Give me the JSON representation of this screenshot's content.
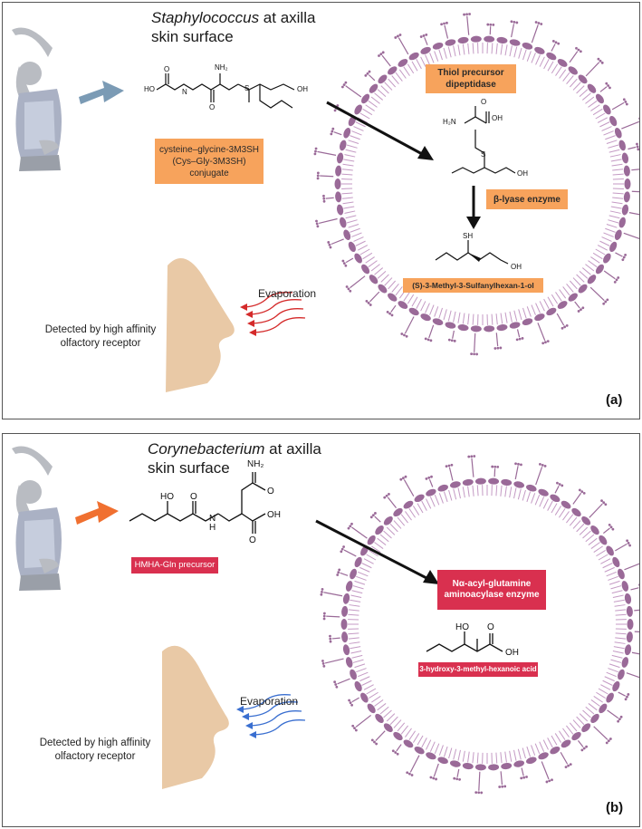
{
  "panel_a": {
    "title_genus": "Staphylococcus",
    "title_rest": " at axilla skin surface",
    "precursor_label_1": "cysteine–glycine-3M3SH",
    "precursor_label_2": "(Cys–Gly-3M3SH)",
    "precursor_label_3": "conjugate",
    "enzyme_1": "Thiol precursor dipeptidase",
    "enzyme_2": "β-lyase enzyme",
    "product": "(S)-3-Methyl-3-Sulfanylhexan-1-ol",
    "evaporation": "Evaporation",
    "detected": "Detected by high affinity olfactory receptor",
    "panel_letter": "(a)",
    "chem_nh2": "NH₂",
    "chem_ho": "HO",
    "chem_o": "O",
    "chem_s": "S",
    "chem_oh": "OH",
    "chem_h2n": "H₂N",
    "chem_sh": "SH",
    "chem_n": "N",
    "chem_h": "H",
    "arrow_color": "#7b9bb5",
    "wave_color": "#d42a2a"
  },
  "panel_b": {
    "title_genus": "Corynebacterium",
    "title_rest": " at axilla skin surface",
    "precursor_label": "HMHA-Gln precursor",
    "enzyme_1": "Nα-acyl-glutamine aminoacylase enzyme",
    "product": "3-hydroxy-3-methyl-hexanoic acid",
    "evaporation": "Evaporation",
    "detected": "Detected by high affinity olfactory receptor",
    "panel_letter": "(b)",
    "chem_nh2": "NH₂",
    "chem_ho": "HO",
    "chem_o": "O",
    "chem_oh": "OH",
    "chem_n": "N",
    "chem_h": "H",
    "arrow_color": "#f07030",
    "wave_color": "#3a6fd0"
  },
  "colors": {
    "membrane": "#9a6a98",
    "spike": "#c49ac4",
    "orange_box": "#f7a35c",
    "red_box": "#d9304f"
  }
}
